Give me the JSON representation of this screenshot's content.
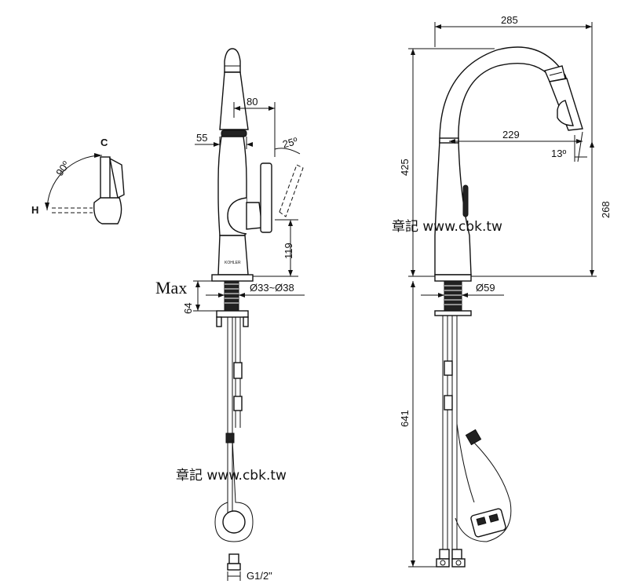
{
  "side_view": {
    "handle_positions": {
      "hot": "H",
      "cold": "C",
      "rotation_angle": "90º"
    }
  },
  "front_view": {
    "spray_width": "55",
    "spout_reach": "80",
    "handle_angle": "25º",
    "base_to_handle": "119",
    "deck_thickness_max_label": "Max",
    "deck_thickness": "64",
    "hole_diameter": "Ø33~Ø38",
    "brand_mark": "KOHLER",
    "connection": "G1/2\""
  },
  "right_view": {
    "total_reach": "285",
    "height_to_spout": "425",
    "spray_reach": "229",
    "spray_angle": "13º",
    "spout_clearance": "268",
    "base_diameter": "Ø59",
    "hose_length": "641"
  },
  "watermark": {
    "top": "章記 www.cbk.tw",
    "bottom": "章記 www.cbk.tw"
  }
}
